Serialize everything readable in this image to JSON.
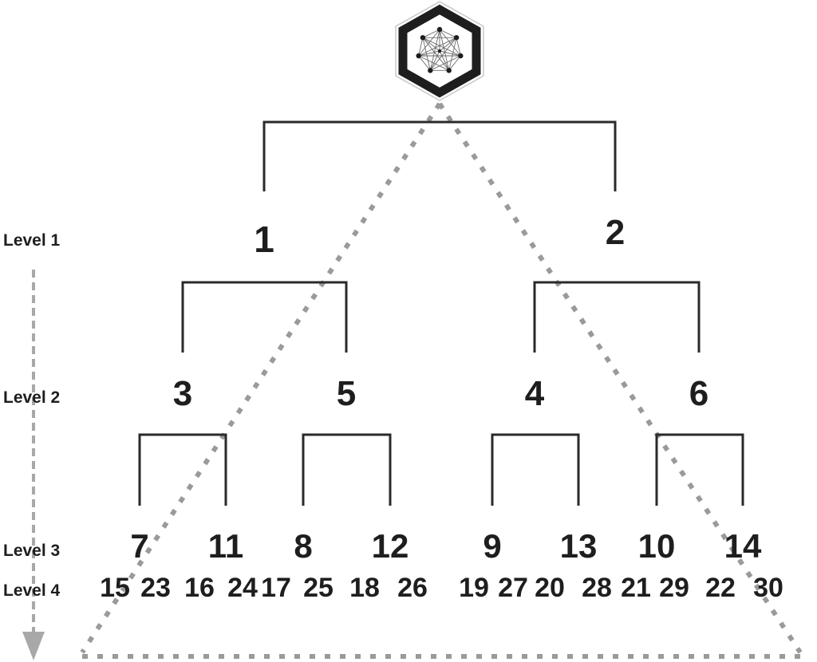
{
  "logo": {
    "icon": "hexagon-network-icon",
    "colors": {
      "border": "#1e1e1e",
      "node": "#1e1e1e",
      "edge": "#6a6a6a",
      "outline": "#c8c8c8"
    }
  },
  "levels": [
    {
      "label": "Level 1"
    },
    {
      "label": "Level 2"
    },
    {
      "label": "Level 3"
    },
    {
      "label": "Level 4"
    }
  ],
  "nodes": {
    "level1": [
      "1",
      "2"
    ],
    "level2": [
      "3",
      "5",
      "4",
      "6"
    ],
    "level3": [
      "7",
      "11",
      "8",
      "12",
      "9",
      "13",
      "10",
      "14"
    ],
    "level4": [
      "15",
      "23",
      "16",
      "24",
      "17",
      "25",
      "18",
      "26",
      "19",
      "27",
      "20",
      "28",
      "21",
      "29",
      "22",
      "30"
    ]
  },
  "colors": {
    "text": "#1e1e1e",
    "bracket": "#2a2a2a",
    "dotted": "#9a9a9a",
    "arrow": "#a8a8a8"
  }
}
